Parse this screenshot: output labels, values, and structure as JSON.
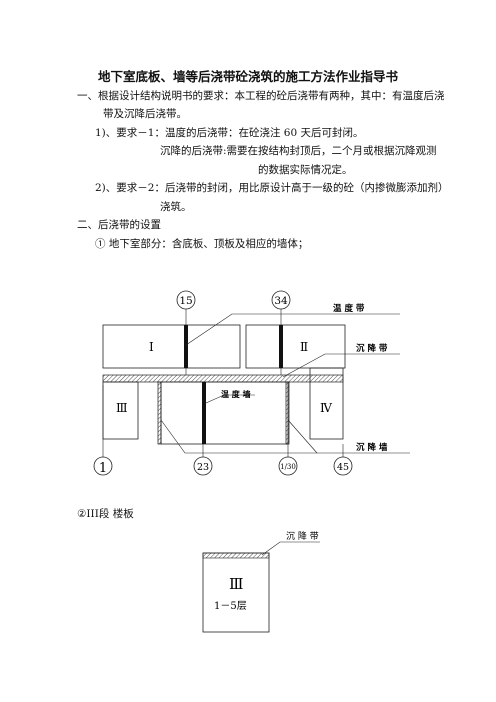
{
  "title": "地下室底板、墙等后浇带砼浇筑的施工方法作业指导书",
  "paragraphs": {
    "p1a": "一、根据设计结构说明书的要求：本工程的砼后浇带有两种，其中：有温度后浇",
    "p1b": "带及沉降后浇带。",
    "p2": "1)、要求－1：温度的后浇带：在砼浇注 60 天后可封闭。",
    "p3a": "沉降的后浇带:需要在按结构封顶后，二个月或根据沉降观测",
    "p3b": "的数据实际情况定。",
    "p4a": "2)、要求－2：后浇带的封闭，用比原设计高于一级的砼（内掺微膨添加剂）",
    "p4b": "浇筑。",
    "s2": "二、后浇带的设置",
    "s2_1": "①  地下室部分：含底板、顶板及相应的墙体；",
    "s2_2": "②III段    楼板"
  },
  "diagram1": {
    "axis_15": "15",
    "axis_34": "34",
    "axis_1": "1",
    "axis_23": "23",
    "axis_1_30": "1/30",
    "axis_45": "45",
    "label_wendu_top": "温 度 带",
    "label_chenjiang_right": "沉 降 带",
    "label_wendu_mid": "温 度 墙",
    "label_chenjiang_bottom": "沉 降 墙",
    "zone_I": "Ⅰ",
    "zone_II": "Ⅱ",
    "zone_III": "Ⅲ",
    "zone_IV": "Ⅳ"
  },
  "diagram2": {
    "label": "沉 降 带",
    "zone": "Ⅲ",
    "floors": "1－5层"
  }
}
